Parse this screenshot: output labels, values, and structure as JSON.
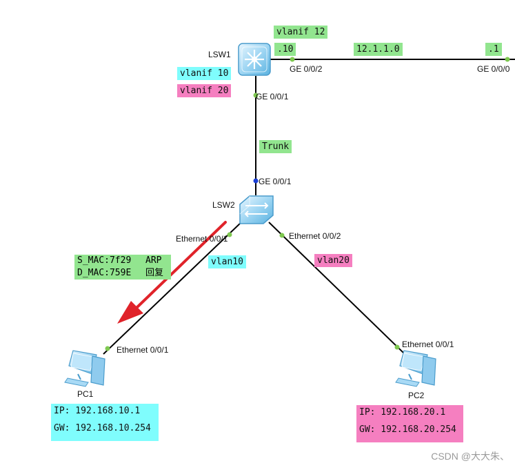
{
  "devices": {
    "lsw1": "LSW1",
    "lsw2": "LSW2",
    "pc1": "PC1",
    "pc2": "PC2"
  },
  "tags": {
    "vlanif12": "vlanif 12",
    "lsw1_ip": ".10",
    "subnet": "12.1.1.0",
    "peer_ip": ".1",
    "vlanif10": "vlanif 10",
    "vlanif20": "vlanif 20",
    "trunk": "Trunk",
    "vlan10": "vlan10",
    "vlan20": "vlan20"
  },
  "ports": {
    "lsw1_ge002": "GE 0/0/2",
    "peer_ge000": "GE 0/0/0",
    "lsw1_ge001": "GE 0/0/1",
    "lsw2_ge001": "GE 0/0/1",
    "lsw2_eth001": "Ethernet 0/0/1",
    "lsw2_eth002": "Ethernet 0/0/2",
    "pc1_eth001": "Ethernet 0/0/1",
    "pc2_eth001": "Ethernet 0/0/1"
  },
  "arp_note": {
    "smac": "S_MAC:7f29",
    "dmac": "D_MAC:759E",
    "label_line1": "ARP",
    "label_line2": "回复"
  },
  "pc1_info": {
    "ip": "IP: 192.168.10.1",
    "gw": "GW: 192.168.10.254"
  },
  "pc2_info": {
    "ip": "IP: 192.168.20.1",
    "gw": "GW: 192.168.20.254"
  },
  "watermark": "CSDN @大大朱、",
  "colors": {
    "green_tag": "#92e58f",
    "cyan_tag": "#7ffdfd",
    "pink_tag": "#f57fc0",
    "arrow": "#e0232a",
    "port_green": "#7ec850",
    "port_blue": "#1a3fd6"
  }
}
